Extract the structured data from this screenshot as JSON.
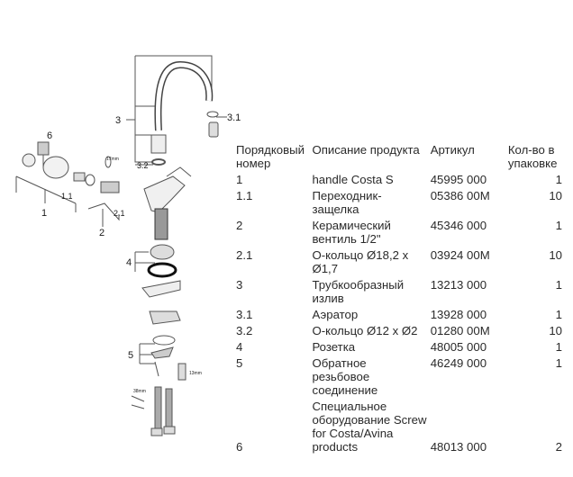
{
  "diagram": {
    "callouts": [
      "3",
      "3.1",
      "3.2",
      "6",
      "1.1",
      "1",
      "2",
      "2.1",
      "4",
      "5"
    ],
    "small_marks": [
      "17mm",
      "13mm",
      "38mm"
    ]
  },
  "table": {
    "headers": [
      "Порядковый номер",
      "Описание продукта",
      "Артикул",
      "Кол-во в упаковке"
    ],
    "rows": [
      {
        "num": "1",
        "desc": "handle Costa S",
        "art": "45995 000",
        "qty": "1"
      },
      {
        "num": "1.1",
        "desc": "Переходник-защелка",
        "art": "05386 00M",
        "qty": "10"
      },
      {
        "num": "2",
        "desc": "Керамический вентиль 1/2\"",
        "art": "45346 000",
        "qty": "1"
      },
      {
        "num": "2.1",
        "desc": "О-кольцо Ø18,2 x Ø1,7",
        "art": "03924 00M",
        "qty": "10"
      },
      {
        "num": "3",
        "desc": "Трубкообразный излив",
        "art": "13213 000",
        "qty": "1"
      },
      {
        "num": "3.1",
        "desc": "Аэратор",
        "art": "13928 000",
        "qty": "1"
      },
      {
        "num": "3.2",
        "desc": "О-кольцо Ø12 x Ø2",
        "art": "01280 00M",
        "qty": "10"
      },
      {
        "num": "4",
        "desc": "Розетка",
        "art": "48005 000",
        "qty": "1"
      },
      {
        "num": "5",
        "desc": "Обратное резьбовое соединение",
        "art": "46249 000",
        "qty": "1"
      },
      {
        "num": "6",
        "desc": "Специальное оборудование Screw for Costa/Avina products",
        "art": "48013 000",
        "qty": "2"
      }
    ]
  }
}
